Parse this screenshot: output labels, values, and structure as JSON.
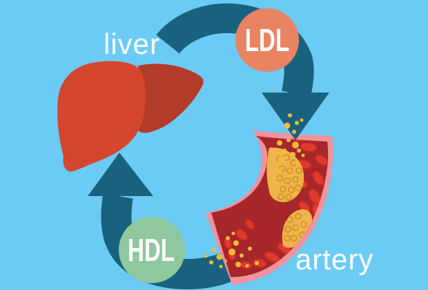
{
  "diagram": {
    "subject": "cholesterol-cycle",
    "labels": {
      "liver": "liver",
      "artery": "artery"
    },
    "nodes": {
      "ldl": {
        "label": "LDL",
        "color": "#E98463",
        "text_color": "#FFFFFF"
      },
      "hdl": {
        "label": "HDL",
        "color": "#8FC89E",
        "text_color": "#FFFFFF"
      }
    },
    "colors": {
      "background": "#6CCBF4",
      "arrow": "#19627F",
      "liver_left_lobe": "#D5462F",
      "liver_right_lobe": "#B23C29",
      "artery_wall": "#F0939C",
      "artery_lumen": "#A6262A",
      "blood_cell": "#E03A2F",
      "blood_cell_outline": "#C02A24",
      "plaque": "#EFB54A",
      "plaque_texture": "#D6952F",
      "ldl_particle": "#F3B93B",
      "label_text": "#FFFFFF"
    }
  }
}
